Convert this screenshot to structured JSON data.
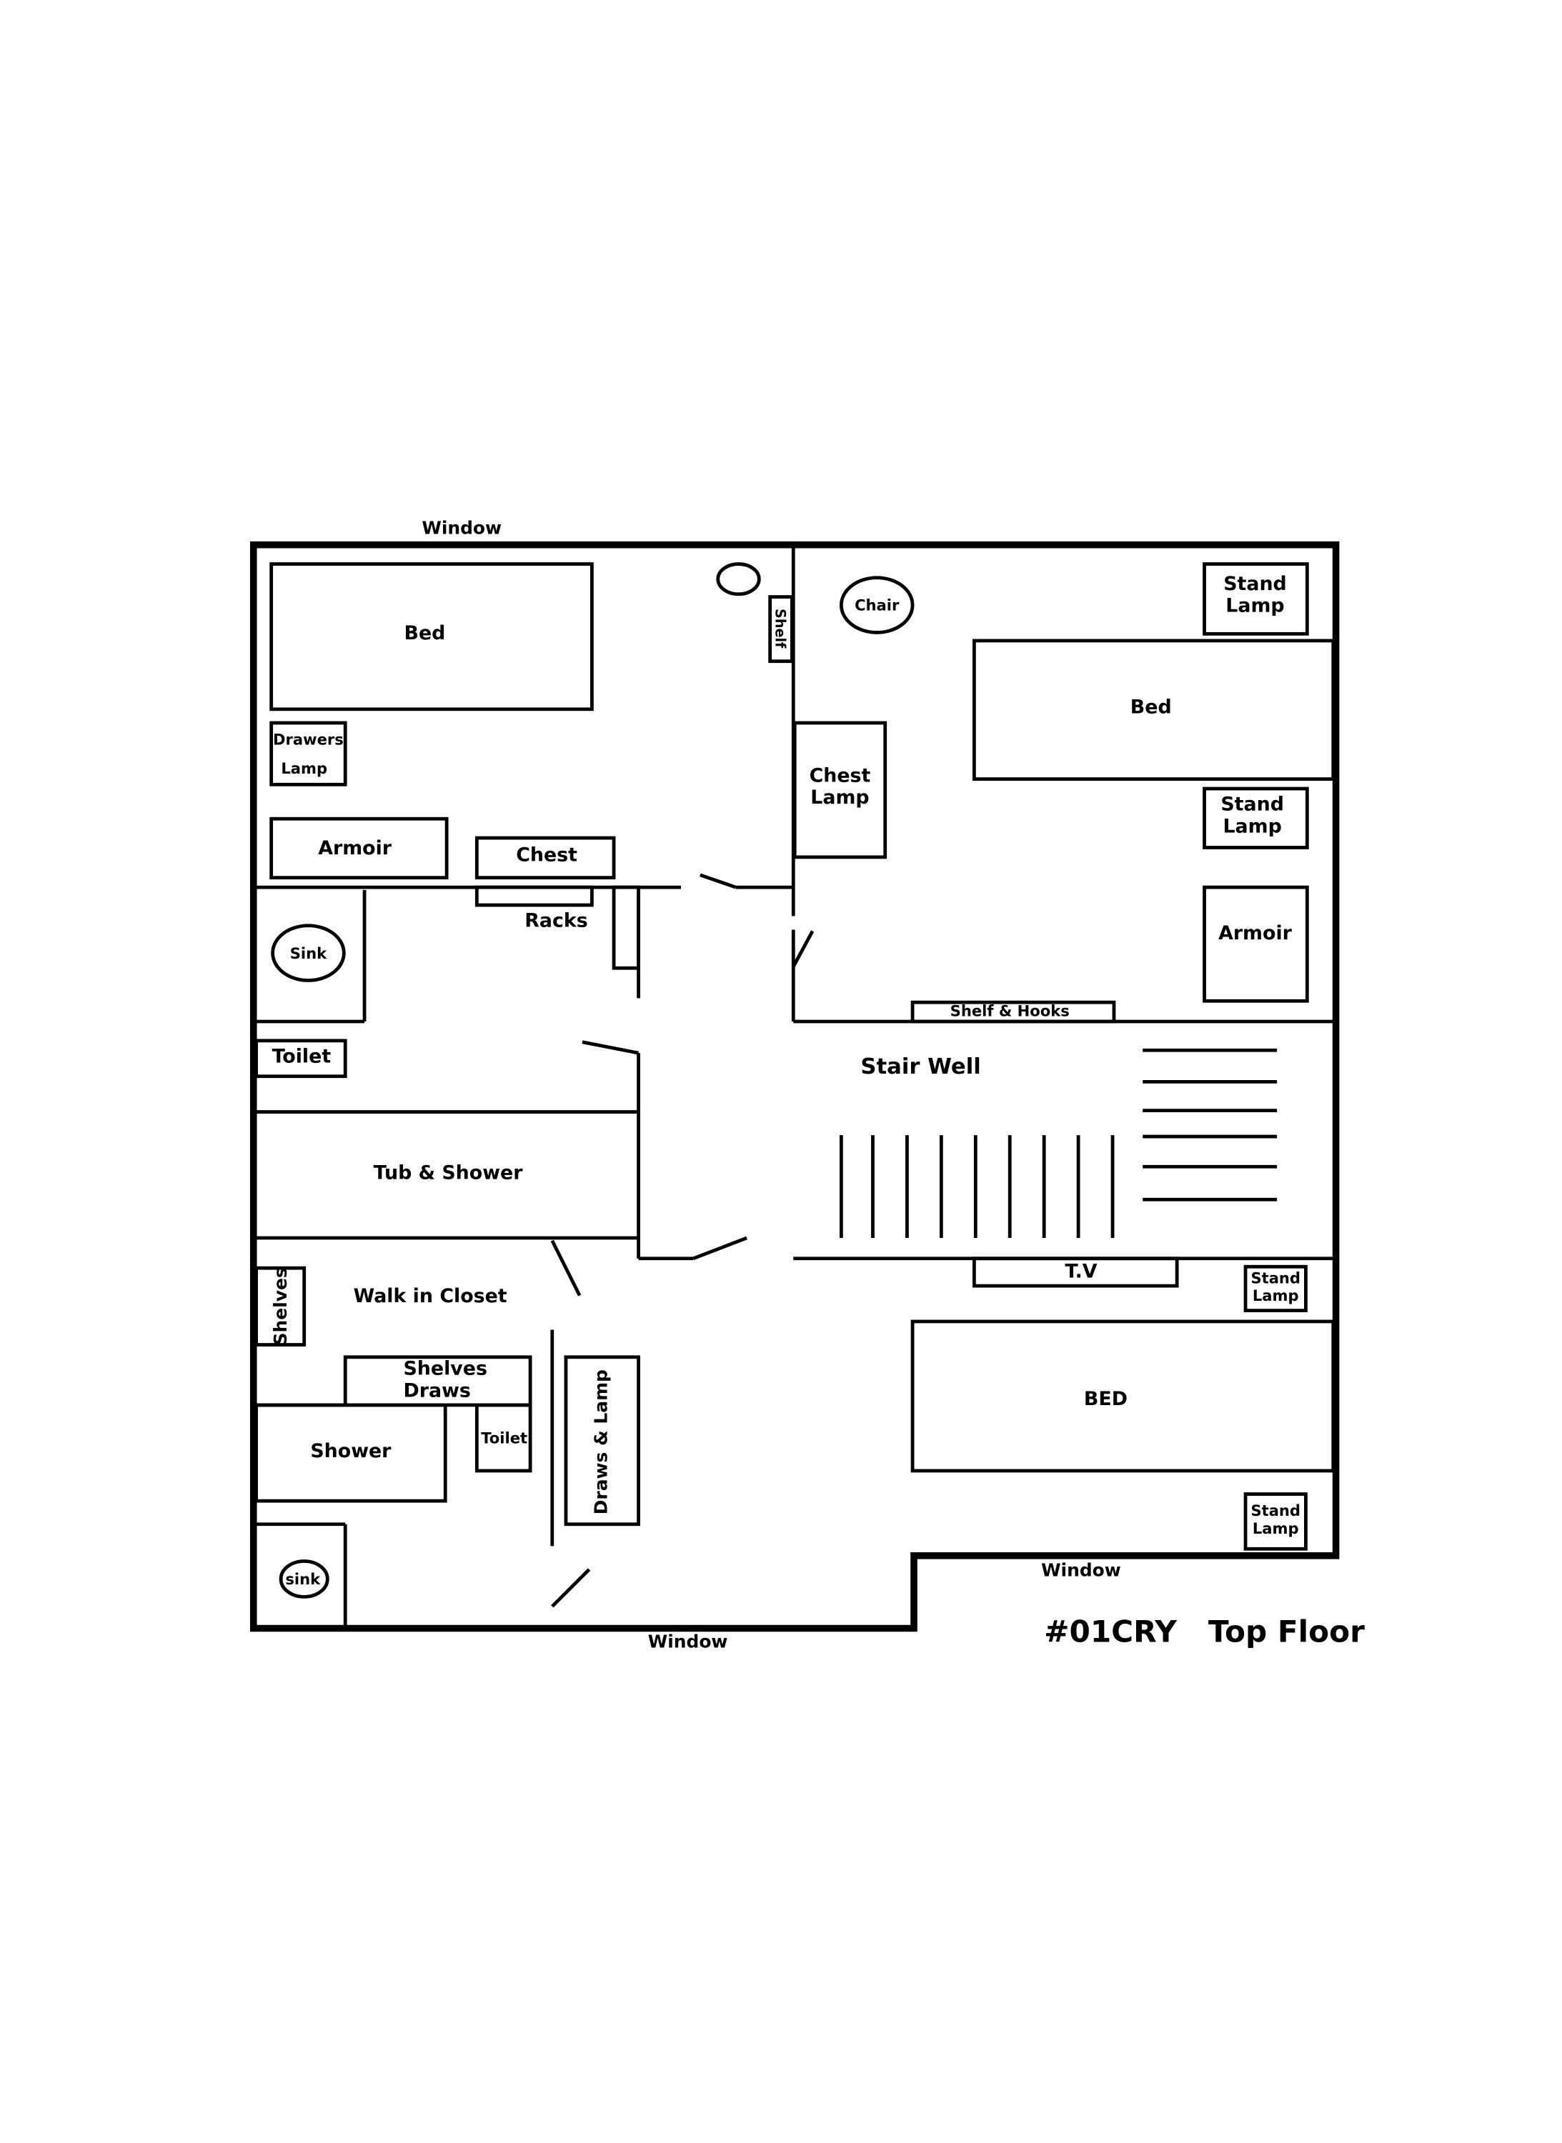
{
  "plan": {
    "title": "#01CRY   Top Floor",
    "windows": [
      "Window",
      "Window",
      "Window"
    ],
    "labels": {
      "bed_1": "Bed",
      "drawers": "Drawers",
      "lamp_1": "Lamp",
      "armoir_1": "Armoir",
      "chest_1": "Chest",
      "racks": "Racks",
      "shelf_1": "Shelf",
      "chair": "Chair",
      "stand_1": "Stand",
      "lamp_2": "Lamp",
      "bed_2": "Bed",
      "chest_2": "Chest",
      "lamp_3": "Lamp",
      "stand_2": "Stand",
      "lamp_4": "Lamp",
      "armoir_2": "Armoir",
      "shelf_hooks": "Shelf & Hooks",
      "sink_1": "Sink",
      "toilet_1": "Toilet",
      "tub_shower": "Tub & Shower",
      "stair_well": "Stair Well",
      "shelves_1": "Shelves",
      "walk_in_closet": "Walk in Closet",
      "tv": "T.V",
      "stand_3": "Stand",
      "lamp_5": "Lamp",
      "shelves_2": "Shelves",
      "draws_1": "Draws",
      "shower": "Shower",
      "toilet_2": "Toilet",
      "draws_lamp": "Draws & Lamp",
      "bed_3": "BED",
      "stand_4": "Stand",
      "lamp_6": "Lamp",
      "sink_2": "sink"
    }
  }
}
